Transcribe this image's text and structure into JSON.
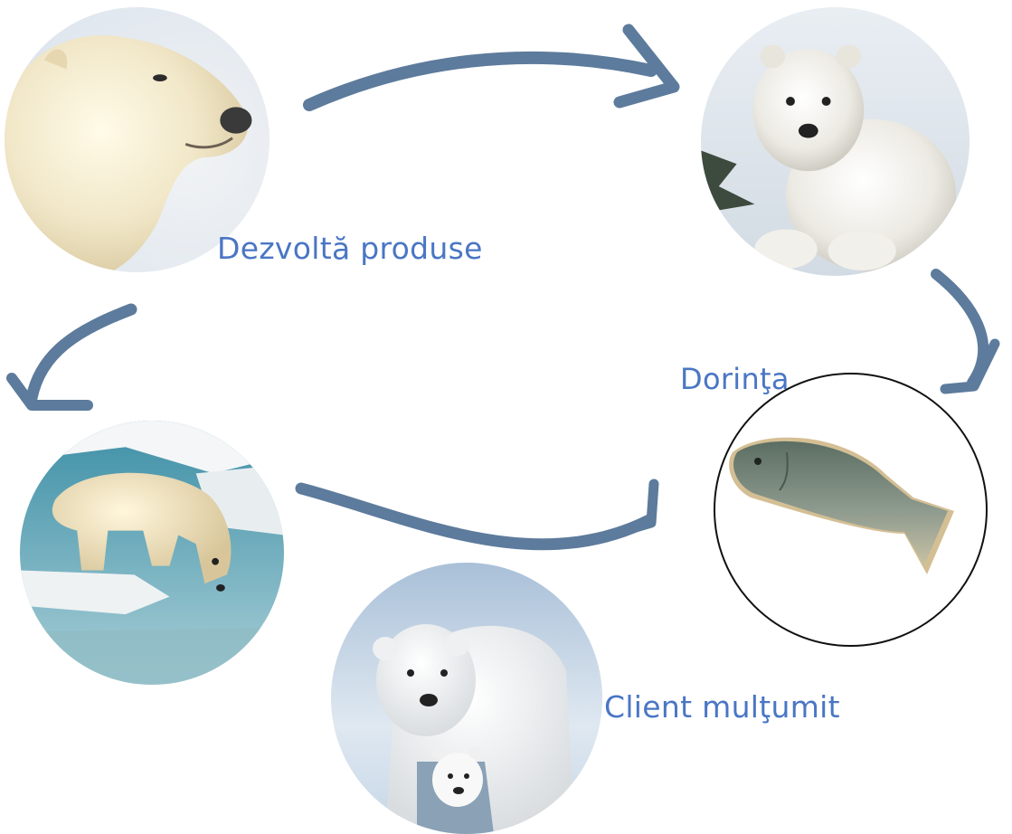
{
  "labels": {
    "develop": "Dezvoltă produse",
    "desire": "Dorinţa",
    "satisfied": "Client mulţumit"
  },
  "images": {
    "adult_bear": "polar-bear-portrait",
    "cub": "polar-bear-cub-sitting",
    "hunting_bear": "polar-bear-at-water-edge",
    "mother_cub": "polar-bear-mother-with-cub",
    "fish": "salmon"
  },
  "colors": {
    "arrow": "#5d7b9c",
    "label": "#4a76c4",
    "ring": "#111111"
  }
}
